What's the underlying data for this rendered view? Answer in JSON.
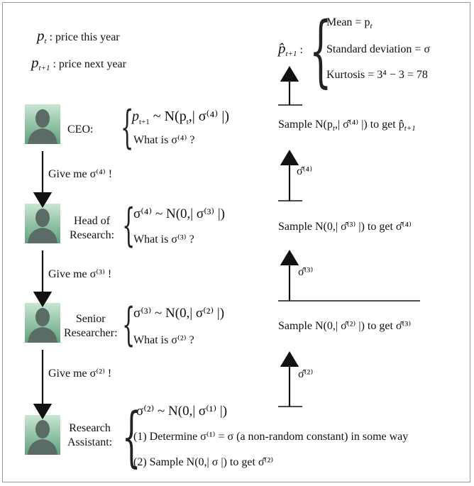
{
  "legend": {
    "pt": "p",
    "pt_sub": "t",
    "pt_desc": ": price this year",
    "pt1": "p",
    "pt1_sub": "t+1",
    "pt1_desc": ": price next year"
  },
  "summary": {
    "head": "p̂",
    "head_sub": "t+1",
    "colon": ":",
    "mean": "Mean = p",
    "mean_sub": "t",
    "sd": "Standard deviation = σ",
    "kurtosis": "Kurtosis = 3⁴ − 3 = 78"
  },
  "roles": {
    "ceo": "CEO:",
    "head_line1": "Head of",
    "head_line2": "Research:",
    "senior_line1": "Senior",
    "senior_line2": "Researcher:",
    "assistant_line1": "Research",
    "assistant_line2": "Assistant:"
  },
  "left": {
    "ceo_eq": "p",
    "ceo_eq_sub": "t+1",
    "ceo_eq_rest": " ~ N(p",
    "ceo_eq_rest_sub": "t",
    "ceo_eq_end": ",| σ⁽⁴⁾ |)",
    "ceo_q": "What is σ⁽⁴⁾ ?",
    "give4": "Give me σ⁽⁴⁾ !",
    "head_eq": "σ⁽⁴⁾ ~ N(0,| σ⁽³⁾ |)",
    "head_q": "What is  σ⁽³⁾ ?",
    "give3": "Give me σ⁽³⁾ !",
    "senior_eq": "σ⁽³⁾ ~ N(0,| σ⁽²⁾ |)",
    "senior_q": "What is σ⁽²⁾ ?",
    "give2": "Give me σ⁽²⁾ !",
    "assist_eq": "σ⁽²⁾ ~ N(0,| σ⁽¹⁾ |)",
    "assist_step1": "(1) Determine σ⁽¹⁾ = σ (a non-random constant) in some way",
    "assist_step2": "(2) Sample  N(0,| σ |) to get σ̂⁽²⁾"
  },
  "right": {
    "sample_ceo": "Sample N(p",
    "sample_ceo_sub": "t",
    "sample_ceo_rest": ",| σ̂⁽⁴⁾ |)  to get  p̂",
    "sample_ceo_rest_sub": "t+1",
    "arrow4": "σ̂⁽⁴⁾",
    "sample_head": "Sample N(0,| σ̂⁽³⁾ |) to get σ̂⁽⁴⁾",
    "arrow3": "σ̂⁽³⁾",
    "sample_senior": "Sample N(0,| σ̂⁽²⁾ |)  to get  σ̂⁽³⁾",
    "arrow2": "σ̂⁽²⁾"
  },
  "colors": {
    "avatar_bg_top": "#c9e6d3",
    "avatar_bg_bottom": "#5fa27c",
    "silhouette": "#5b6b66",
    "line": "#111111"
  }
}
